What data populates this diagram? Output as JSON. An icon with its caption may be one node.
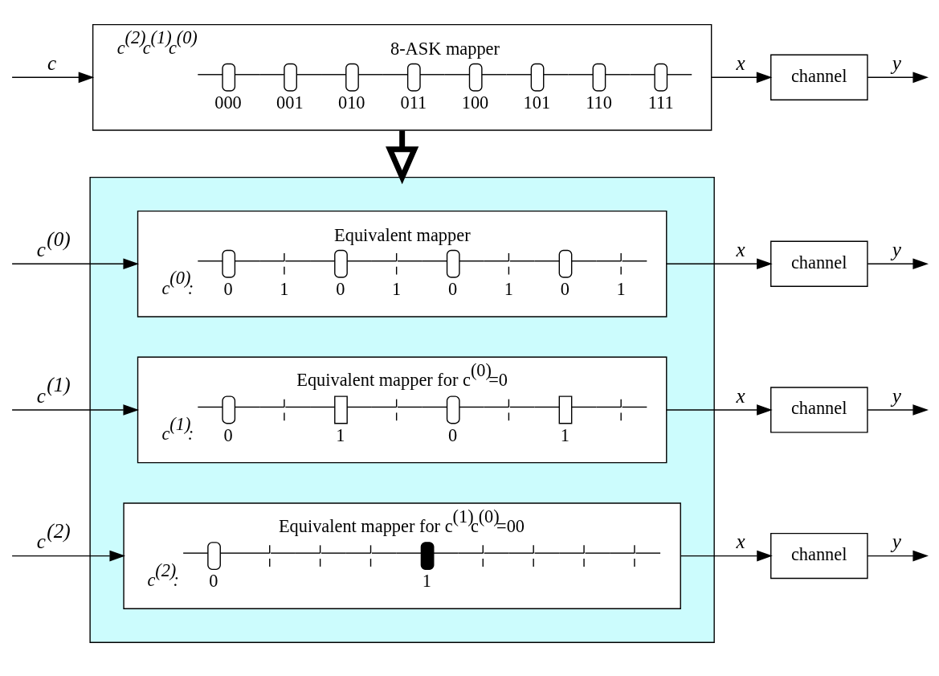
{
  "diagram": {
    "nodes": [
      {
        "text": [
          "8-ASK mapper",
          "c$^{(2)}$c$^{(1)}$c$^{(0)}$",
          "000",
          "001",
          "010",
          "011",
          "100",
          "101",
          "110",
          "111"
        ]
      },
      {
        "text": [
          "channel"
        ]
      },
      {
        "text": [],
        "shape": "box"
      },
      {
        "text": [
          "Equivalent mapper",
          "c$^{(0)}$:",
          "0",
          "1",
          "0",
          "1",
          "0",
          "1",
          "0",
          "1"
        ],
        "in": 2
      },
      {
        "text": [
          "channel"
        ]
      },
      {
        "text": [
          "Equivalent mapper for c$^{(0)}$=0",
          "c$^{(1)}$:",
          "0",
          "1",
          "0",
          "1"
        ],
        "in": 2
      },
      {
        "text": [
          "channel"
        ]
      },
      {
        "text": [
          "Equivalent mapper for c$^{(1)}$c$^{(0)}$=00",
          "c$^{(2)}$:",
          "0",
          "1"
        ],
        "in": 2
      },
      {
        "text": [
          "channel"
        ]
      }
    ],
    "edges": [
      {
        "from": null,
        "to": 0,
        "arrow": "to",
        "label": "c"
      },
      {
        "from": 0,
        "to": 1,
        "arrow": "to",
        "label": "x"
      },
      {
        "from": 1,
        "to": null,
        "arrow": "to",
        "label": "y"
      },
      {
        "from": 0,
        "to": 2,
        "arrow": "to",
        "style": "thick"
      },
      {
        "from": null,
        "to": 3,
        "arrow": "to",
        "label": "c$^{(0)}$"
      },
      {
        "from": 3,
        "to": 4,
        "arrow": "to",
        "label": "x"
      },
      {
        "from": 4,
        "to": null,
        "arrow": "to",
        "label": "y"
      },
      {
        "from": null,
        "to": 5,
        "arrow": "to",
        "label": "c$^{(1)}$"
      },
      {
        "from": 5,
        "to": 6,
        "arrow": "to",
        "label": "x"
      },
      {
        "from": 6,
        "to": null,
        "arrow": "to",
        "label": "y"
      },
      {
        "from": null,
        "to": 7,
        "arrow": "to",
        "label": "c$^{(2)}$"
      },
      {
        "from": 7,
        "to": 8,
        "arrow": "to",
        "label": "x"
      },
      {
        "from": 8,
        "to": null,
        "arrow": "to",
        "label": "y"
      }
    ]
  }
}
